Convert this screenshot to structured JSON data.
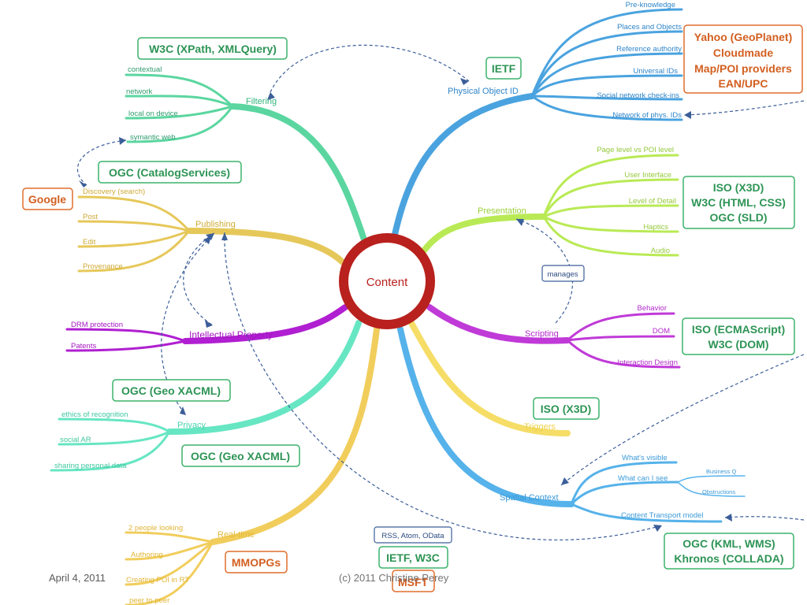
{
  "center": {
    "label": "Content"
  },
  "colors": {
    "center_ring": "#b8211d",
    "center_text": "#b8211d",
    "physical": "#4aa3df",
    "filtering": "#5bd6a0",
    "publishing": "#e6c85a",
    "presentation": "#b9ea55",
    "ip": "#b01fd1",
    "scripting": "#c03ad8",
    "privacy": "#67e6c3",
    "triggers": "#f5dd67",
    "spatial": "#56b2ea",
    "realtime": "#f1cd5c",
    "green_box": "#3bb36a",
    "orange_box": "#e06e2d",
    "blue_box": "#3c5e99",
    "dashed": "#3c5e99"
  },
  "branches": {
    "physical": {
      "label": "Physical Object ID",
      "leaves": [
        "Pre-knowledge",
        "Places and Objects",
        "Reference authority",
        "Universal IDs",
        "Social network check-ins",
        "Network of phys. IDs"
      ]
    },
    "filtering": {
      "label": "Filtering",
      "leaves": [
        "contextual",
        "network",
        "local on device",
        "symantic web"
      ]
    },
    "publishing": {
      "label": "Publishing",
      "leaves": [
        "Discovery (search)",
        "Post",
        "Edit",
        "Provenance"
      ]
    },
    "presentation": {
      "label": "Presentation",
      "leaves": [
        "Page level vs POI level",
        "User Interface",
        "Level of Detail",
        "Haptics",
        "Audio"
      ]
    },
    "ip": {
      "label": "Intellectual Property",
      "leaves": [
        "DRM protection",
        "Patents"
      ]
    },
    "scripting": {
      "label": "Scripting",
      "leaves": [
        "Behavior",
        "DOM",
        "Interaction Design"
      ]
    },
    "privacy": {
      "label": "Privacy",
      "leaves": [
        "ethics of recognition",
        "social AR",
        "sharing personal data"
      ]
    },
    "triggers": {
      "label": "Triggers"
    },
    "spatial": {
      "label": "Spatial Context",
      "leaves": [
        "What's visible",
        "What can I see",
        "Content Transport model"
      ],
      "subleaves": [
        "Business Q",
        "Obstructions"
      ]
    },
    "realtime": {
      "label": "Real-time",
      "leaves": [
        "2 people looking",
        "Authoring",
        "Creating POI in RT",
        "peer to peer"
      ]
    }
  },
  "boxes": {
    "ietf": "IETF",
    "yahoo": [
      "Yahoo (GeoPlanet)",
      "Cloudmade",
      "Map/POI providers",
      "EAN/UPC"
    ],
    "w3c_xpath": "W3C (XPath, XMLQuery)",
    "ogc_catalog": "OGC (CatalogServices)",
    "google": "Google",
    "iso_x3d_pres": [
      "ISO (X3D)",
      "W3C (HTML, CSS)",
      "OGC (SLD)"
    ],
    "manages": "manages",
    "iso_ecma": [
      "ISO (ECMAScript)",
      "W3C (DOM)"
    ],
    "ogc_geo1": "OGC (Geo XACML)",
    "ogc_geo2": "OGC (Geo XACML)",
    "iso_x3d_trig": "ISO (X3D)",
    "rss": "RSS, Atom, OData",
    "ietf_w3c": "IETF, W3C",
    "msft": "MSFT",
    "mmopgs": "MMOPGs",
    "ogc_kml": [
      "OGC (KML, WMS)",
      "Khronos (COLLADA)"
    ]
  },
  "footer": {
    "date": "April 4, 2011",
    "copyright": "(c) 2011 Christine Perey"
  }
}
